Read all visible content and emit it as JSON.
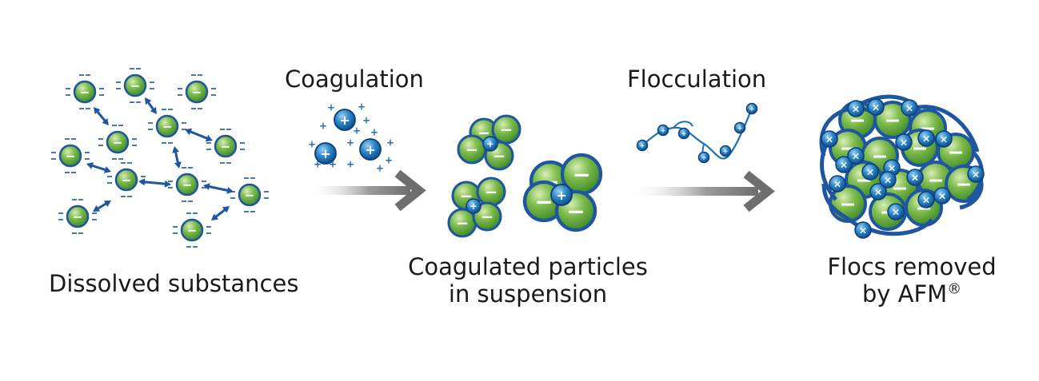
{
  "labels": {
    "coagulation": "Coagulation",
    "flocculation": "Flocculation",
    "dissolved": "Dissolved substances",
    "coagulated_line1": "Coagulated particles",
    "coagulated_line2": "in suspension",
    "flocs_line1": "Flocs removed",
    "flocs_line2": "by AFM",
    "flocs_mark": "®"
  },
  "symbols": {
    "minus": "−",
    "plus": "+",
    "cross": "×"
  },
  "colors": {
    "particle_green": "#6aaa3e",
    "particle_rim": "#1e56a0",
    "ion_blue": "#1f6fb5",
    "arrow_gray": "#6e6e6e",
    "charge_dash": "#1e56a0"
  }
}
